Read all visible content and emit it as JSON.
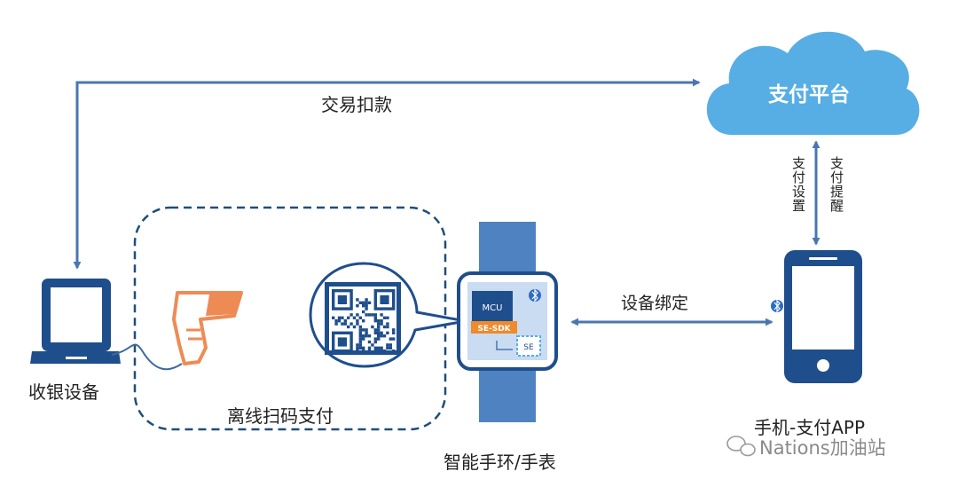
{
  "cloud": {
    "label": "支付平台"
  },
  "links": {
    "transaction": "交易扣款",
    "pay_settings": "支付设置",
    "pay_reminder": "支付提醒",
    "device_binding": "设备绑定"
  },
  "devices": {
    "cashier": "收银设备",
    "wearable": "智能手环/手表",
    "phone": "手机-支付APP"
  },
  "offline_area": {
    "label": "离线扫码支付"
  },
  "chip": {
    "mcu": "MCU",
    "sdk": "SE-SDK",
    "se": "SE"
  },
  "watermark": "Nations加油站",
  "colors": {
    "arrow": "#4a76b0",
    "cloud": "#56aee4",
    "device": "#1f4e8c",
    "strap": "#4e82c0",
    "sdk": "#f08a2a",
    "scanner": "#ee8b55"
  }
}
